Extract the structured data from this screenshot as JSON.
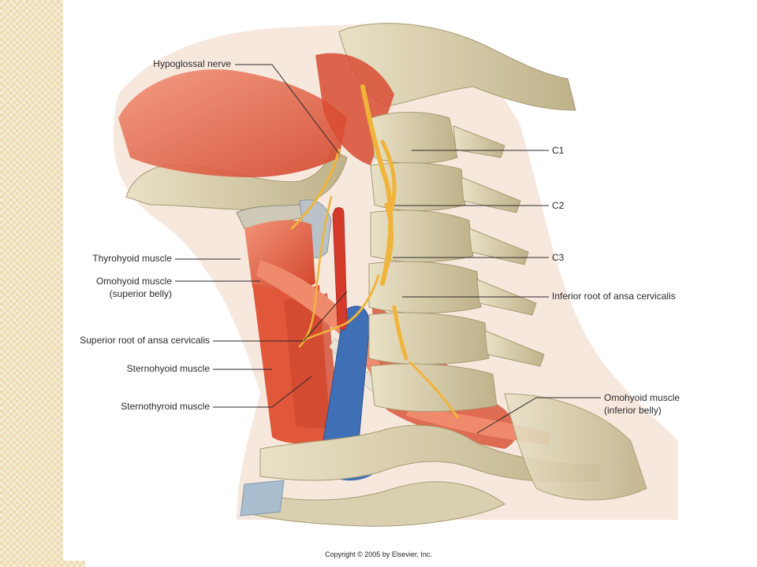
{
  "labels_left": [
    {
      "id": "hypoglossal",
      "text": "Hypoglossal nerve"
    },
    {
      "id": "thyrohyoid",
      "text": "Thyrohyoid muscle"
    },
    {
      "id": "omohyoid-sup-1",
      "text": "Omohyoid muscle"
    },
    {
      "id": "omohyoid-sup-2",
      "text": "(superior belly)"
    },
    {
      "id": "sup-root",
      "text": "Superior root of ansa cervicalis"
    },
    {
      "id": "sternohyoid",
      "text": "Sternohyoid muscle"
    },
    {
      "id": "sternothyroid",
      "text": "Sternothyroid muscle"
    }
  ],
  "labels_right": [
    {
      "id": "c1",
      "text": "C1"
    },
    {
      "id": "c2",
      "text": "C2"
    },
    {
      "id": "c3",
      "text": "C3"
    },
    {
      "id": "inf-root",
      "text": "Inferior root of ansa cervicalis"
    },
    {
      "id": "omohyoid-inf-1",
      "text": "Omohyoid muscle"
    },
    {
      "id": "omohyoid-inf-2",
      "text": "(inferior belly)"
    }
  ],
  "copyright": "Copyright © 2005 by Elsevier, Inc.",
  "colors": {
    "frame": "#f3e6c6",
    "skin": "#f6e7dc",
    "muscle": "#e25a3c",
    "muscle_light": "#f08a6c",
    "bone": "#d8cfb0",
    "bone_shadow": "#b3a67f",
    "vein": "#3f6fb5",
    "artery": "#d43a2a",
    "nerve": "#f0b43a",
    "cartilage": "#a9b9c4"
  }
}
